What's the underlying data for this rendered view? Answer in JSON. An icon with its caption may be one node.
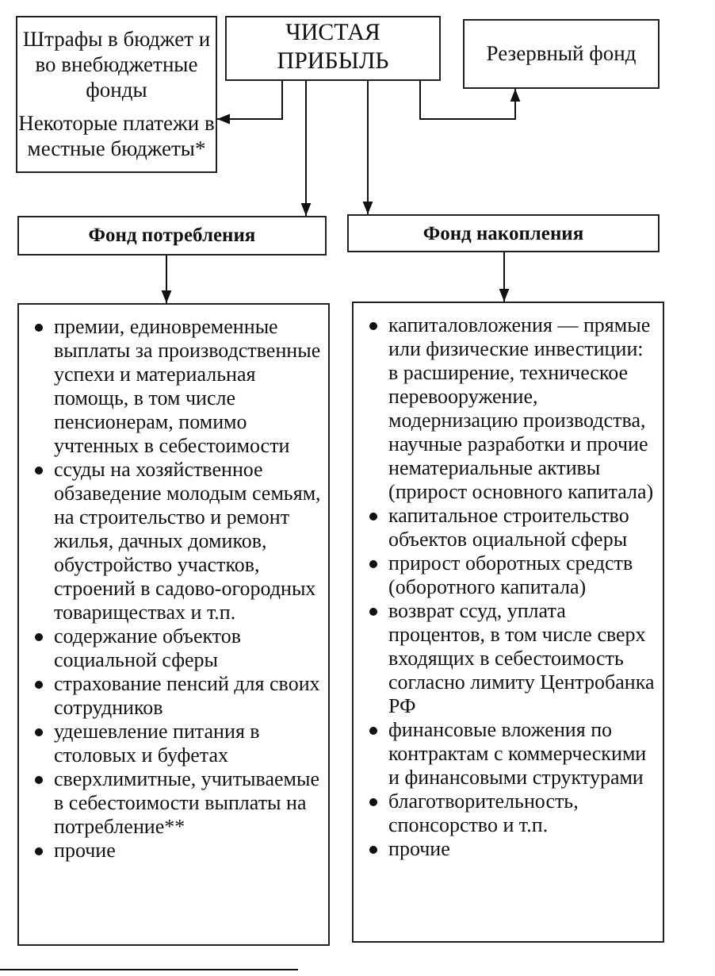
{
  "diagram": {
    "nodes": [
      {
        "text": [
          "Штрафы в бюджет и во внебюджетные фонды",
          "Некоторые платежи в местные бюджеты*"
        ]
      },
      {
        "text": [
          "ЧИСТАЯ ПРИБЫЛЬ"
        ]
      },
      {
        "text": [
          "Резервный фонд"
        ]
      },
      {
        "text": [
          "Фонд потребления"
        ]
      },
      {
        "text": [
          "Фонд накопления"
        ]
      },
      {
        "text": [
          "премии, единовременные выплаты за производственные успехи и материальная помощь, в том числе пенсионерам, помимо учтенных в себестоимости",
          "ссуды на хозяйственное обзаведение молодым семьям, на строительство и ремонт жилья, дачных домиков, обустройство участков, строений в садово-огородных товариществах и т.п.",
          "содержание объектов социальной сферы",
          "страхование пенсий для своих сотрудников",
          "удешевление питания в столовых и буфетах",
          "сверхлимитные, учитываемые в себестоимости выплаты на потребление**",
          "прочие"
        ]
      },
      {
        "text": [
          "капиталовложения — прямые или физические инвестиции: в расширение, техническое перевооружение, модернизацию производства, научные разработки и прочие нематериальные активы (прирост основного капитала)",
          "капитальное строительство объектов оциальной сферы",
          "прирост оборотных средств (оборотного капитала)",
          "возврат ссуд, уплата процентов, в том числе сверх входящих в себестоимость согласно лимиту Центробанка РФ",
          "финансовые вложения по контрактам с коммерческими и финансовыми структурами",
          "благотворительность, спонсорство и т.п.",
          "прочие"
        ]
      }
    ],
    "edges": [
      {
        "from": 1,
        "to": 0,
        "arrow": "to"
      },
      {
        "from": 1,
        "to": 2,
        "arrow": "to"
      },
      {
        "from": 1,
        "to": 3,
        "arrow": "to"
      },
      {
        "from": 1,
        "to": 4,
        "arrow": "to"
      },
      {
        "from": 3,
        "to": 5,
        "arrow": "to"
      },
      {
        "from": 4,
        "to": 6,
        "arrow": "to"
      }
    ]
  }
}
